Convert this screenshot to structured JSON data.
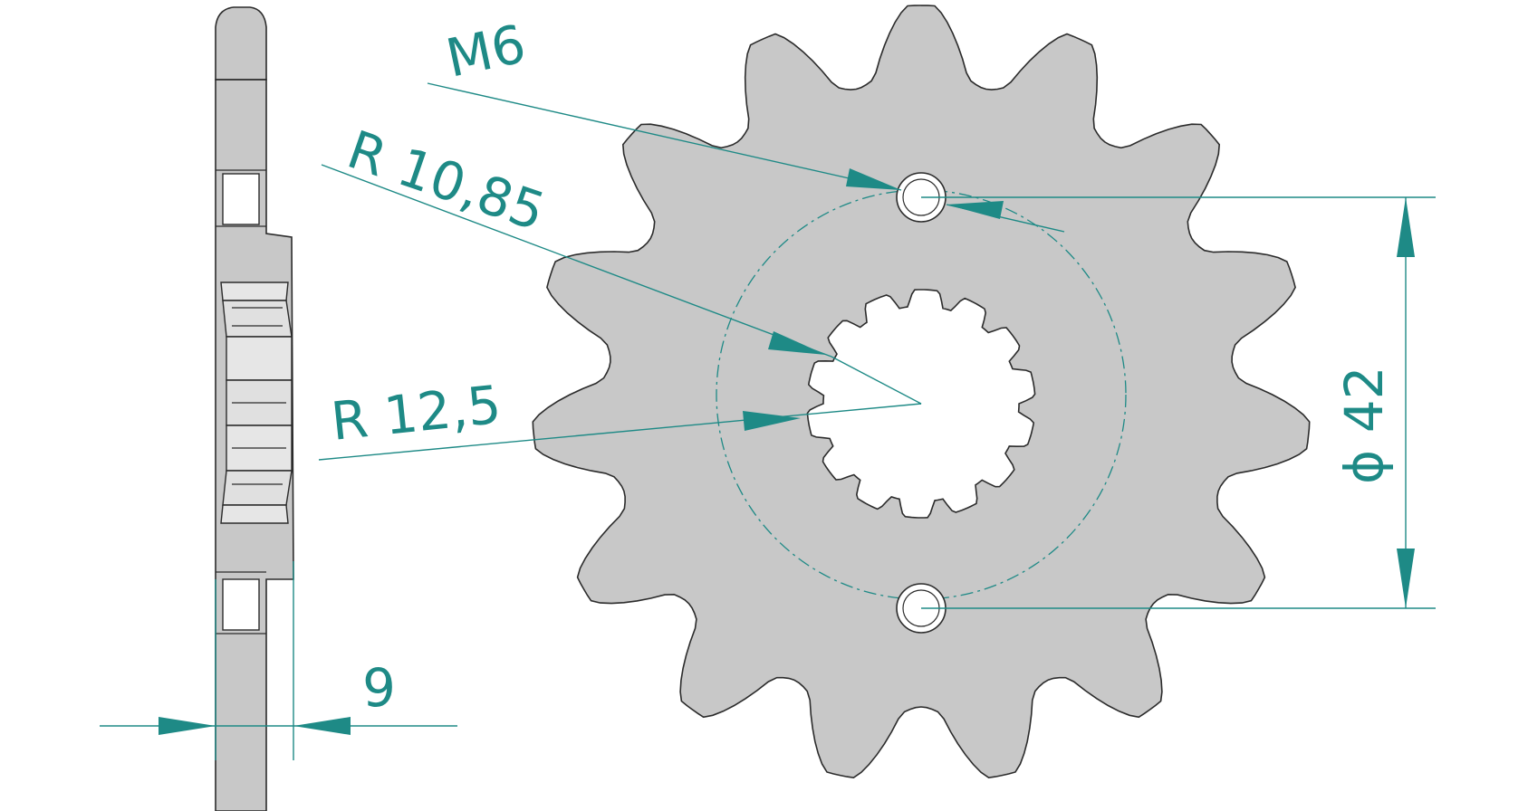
{
  "drawing": {
    "accent_color": "#1e8a86",
    "part_color": "#c8c8c8",
    "outline_color": "#2b2b2b",
    "sprocket_teeth": 15,
    "spline_teeth": 14
  },
  "dimensions": {
    "bolt_thread": "M6",
    "spline_radius_label": "R  10,85",
    "bore_radius_label": "R  12,5",
    "bolt_circle_label": "ϕ 42",
    "thickness_label": "9"
  }
}
